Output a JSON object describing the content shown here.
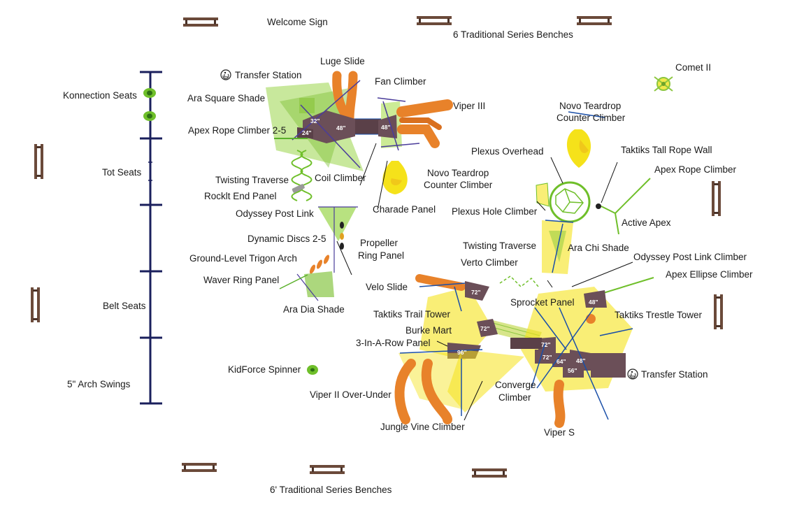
{
  "colors": {
    "background": "#ffffff",
    "swing_frame": "#1a1f5c",
    "bench": "#6b4a3a",
    "slide": "#e8822a",
    "green_structure": "#8cc63f",
    "yellow_structure": "#f5e21a",
    "deck": "#6b4f58",
    "blue_pole": "#1a4fa8"
  },
  "labels": {
    "welcome_sign": "Welcome Sign",
    "benches_top": "6 Traditional Series Benches",
    "benches_bottom": "6' Traditional Series Benches",
    "konnection_seats": "Konnection Seats",
    "tot_seats": "Tot Seats",
    "belt_seats": "Belt Seats",
    "arch_swings": "5\" Arch Swings",
    "transfer_station_1": "Transfer Station",
    "luge_slide": "Luge Slide",
    "ara_square_shade": "Ara Square Shade",
    "fan_climber": "Fan Climber",
    "viper_iii": "Viper III",
    "apex_rope_climber_25": "Apex Rope Climber 2-5",
    "twisting_traverse_1": "Twisting Traverse",
    "coil_climber": "Coil Climber",
    "novo_teardrop_1": "Novo Teardrop\nCounter Climber",
    "rocklt_end_panel": "Rocklt End Panel",
    "charade_panel": "Charade Panel",
    "odyssey_post_link": "Odyssey Post Link",
    "dynamic_discs": "Dynamic Discs 2-5",
    "propeller_ring_panel": "Propeller\nRing Panel",
    "ground_level_trigon": "Ground-Level Trigon Arch",
    "waver_ring_panel": "Waver Ring Panel",
    "ara_dia_shade": "Ara Dia Shade",
    "comet_ii": "Comet II",
    "novo_teardrop_2": "Novo Teardrop\nCounter Climber",
    "plexus_overhead": "Plexus Overhead",
    "taktiks_tall_rope_wall": "Taktiks Tall Rope Wall",
    "apex_rope_climber": "Apex Rope Climber",
    "plexus_hole_climber": "Plexus Hole Climber",
    "active_apex": "Active Apex",
    "twisting_traverse_2": "Twisting Traverse",
    "ara_chi_shade": "Ara Chi Shade",
    "verto_climber": "Verto Climber",
    "odyssey_post_link_climber": "Odyssey Post Link Climber",
    "apex_ellipse_climber": "Apex Ellipse Climber",
    "velo_slide": "Velo Slide",
    "sprocket_panel": "Sprocket Panel",
    "taktiks_trail_tower": "Taktiks Trail Tower",
    "taktiks_trestle_tower": "Taktiks Trestle Tower",
    "burke_mart": "Burke Mart",
    "three_in_a_row_panel": "3-In-A-Row Panel",
    "kidforce_spinner": "KidForce Spinner",
    "transfer_station_2": "Transfer Station",
    "viper_ii_over_under": "Viper II Over-Under",
    "converge_climber": "Converge\nClimber",
    "jungle_vine_climber": "Jungle Vine Climber",
    "viper_s": "Viper S"
  },
  "deck_heights": {
    "d32": "32\"",
    "d24": "24\"",
    "d48a": "48\"",
    "d48b": "48\"",
    "d72a": "72\"",
    "d72b": "72\"",
    "d48c": "48\"",
    "d96": "96\"",
    "d72c": "72\"",
    "d72d": "72\"",
    "d64": "64\"",
    "d48d": "48\"",
    "d56": "56\""
  }
}
